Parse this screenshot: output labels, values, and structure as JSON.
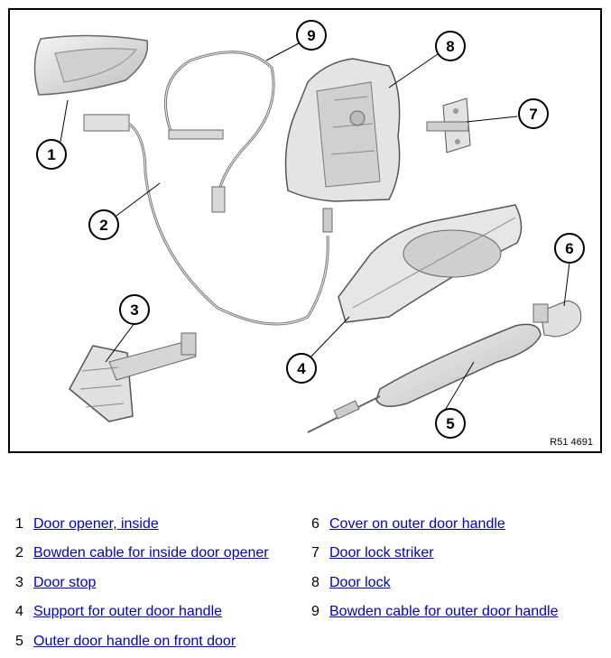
{
  "figure": {
    "id": "R51 4691",
    "callouts": [
      "1",
      "2",
      "3",
      "4",
      "5",
      "6",
      "7",
      "8",
      "9"
    ]
  },
  "legend": [
    {
      "num": "1",
      "label": "Door opener, inside"
    },
    {
      "num": "2",
      "label": "Bowden cable for inside door opener"
    },
    {
      "num": "3",
      "label": "Door stop"
    },
    {
      "num": "4",
      "label": "Support for outer door handle"
    },
    {
      "num": "5",
      "label": "Outer door handle on front door"
    },
    {
      "num": "6",
      "label": "Cover on outer door handle"
    },
    {
      "num": "7",
      "label": "Door lock striker"
    },
    {
      "num": "8",
      "label": "Door lock"
    },
    {
      "num": "9",
      "label": "Bowden cable for outer door handle"
    }
  ],
  "colors": {
    "part_fill": "#e6e6e6",
    "part_stroke": "#555555",
    "link": "#0000cc"
  }
}
